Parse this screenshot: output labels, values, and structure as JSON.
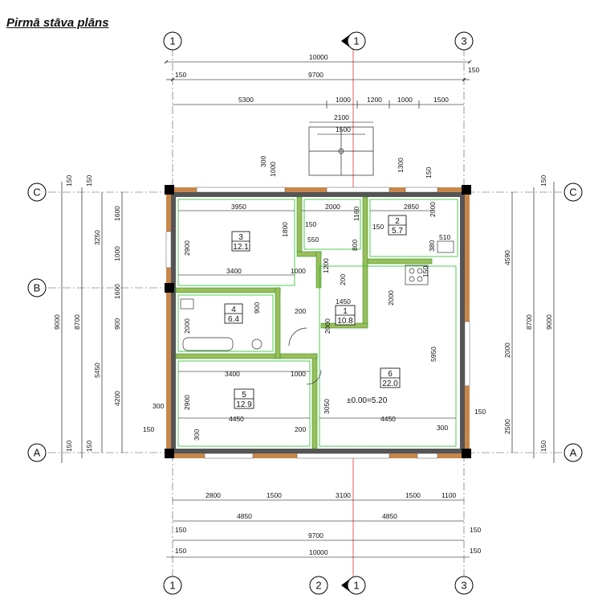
{
  "title": "Pirmā stāva plāns",
  "axes": {
    "top": [
      "1",
      "1",
      "3"
    ],
    "bottom": [
      "1",
      "2",
      "1",
      "3"
    ],
    "left": [
      "C",
      "B",
      "A"
    ],
    "right": [
      "C",
      "A"
    ]
  },
  "rooms": [
    {
      "number": "3",
      "area": "12.1"
    },
    {
      "number": "2",
      "area": "5.7"
    },
    {
      "number": "4",
      "area": "6.4"
    },
    {
      "number": "1",
      "area": "10.8"
    },
    {
      "number": "6",
      "area": "22.0"
    },
    {
      "number": "5",
      "area": "12.9"
    }
  ],
  "level": "±0.00=5.20",
  "dims_top": {
    "overall": "10000",
    "inner": "9700",
    "edge": "150",
    "row3": [
      "5300",
      "1000",
      "1200",
      "1000",
      "1500"
    ],
    "porch1": "2100",
    "porch2": "1500"
  },
  "dims_bottom": {
    "row1": [
      "2800",
      "1500",
      "3100",
      "1500",
      "1100"
    ],
    "row2": [
      "4850",
      "4850"
    ],
    "inner": "9700",
    "overall": "10000",
    "edge": "150"
  },
  "dims_left": {
    "overall": "9000",
    "inner": "8700",
    "row_a": [
      "3250",
      "5450"
    ],
    "row_b": [
      "1600",
      "1000",
      "1600",
      "900",
      "4200"
    ],
    "edge": "150"
  },
  "dims_right": {
    "overall": "9000",
    "inner": "8700",
    "row": [
      "4590",
      "2000",
      "2500"
    ],
    "edge": "150"
  },
  "dims_inside": {
    "r3_w": "3950",
    "r3_h": "2900",
    "r3_low": "3400",
    "r1_top": "2000",
    "r1_1800": "1800",
    "r1_150": "150",
    "r1_550": "550",
    "r1_1200": "1200",
    "r2_w": "2850",
    "r2_h": "1160",
    "r2_150": "150",
    "r2_380": "380",
    "r2_510": "510",
    "r2_2000": "2000",
    "r2_150b": "150",
    "r2_800": "800",
    "r4_w": "3400",
    "r4_h": "2000",
    "r4_900": "900",
    "r4_1000": "1000",
    "hall_1000": "1000",
    "hall_200": "200",
    "hall_1450": "1450",
    "hall_2000": "2000",
    "hall_1000b": "1000",
    "r6_h": "5950",
    "r6_w": "4450",
    "r6_2000": "2000",
    "r6_300": "300",
    "r6_150": "150",
    "r5_w": "4450",
    "r5_h": "2900",
    "r5_3400": "3400",
    "r5_3050": "3050",
    "r5_200": "200",
    "r5_300": "300",
    "r5_150": "150",
    "porch_300": "300",
    "porch_1000": "1000",
    "porch_1300": "1300",
    "porch_150": "150"
  }
}
